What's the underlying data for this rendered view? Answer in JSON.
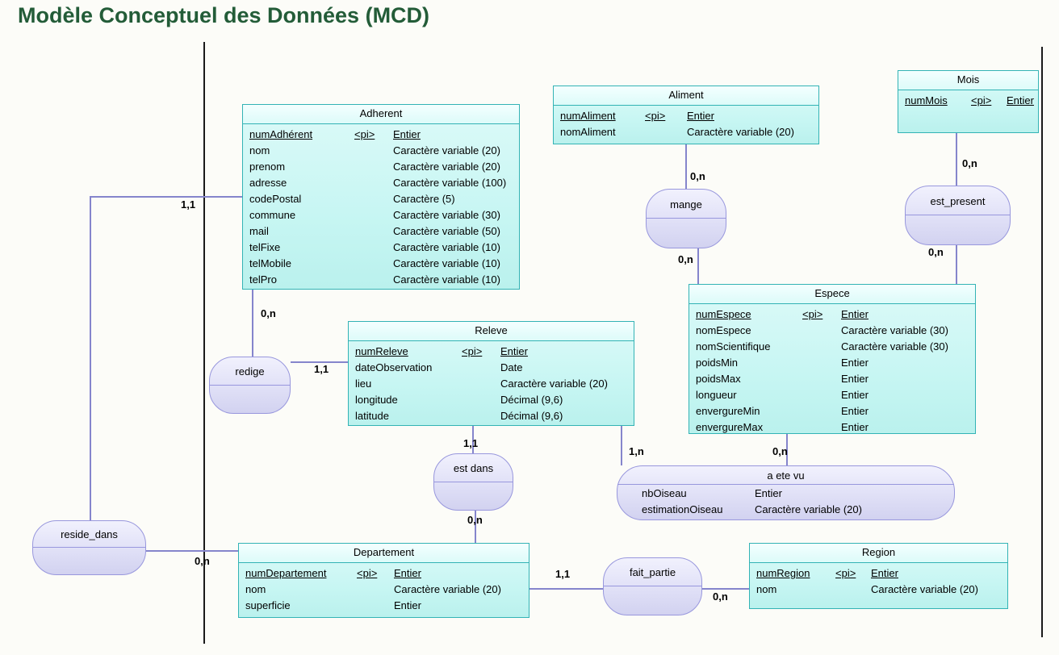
{
  "page": {
    "title": "Modèle Conceptuel des Données (MCD)",
    "diagram_type": "Entity-Relationship (Merise MCD)"
  },
  "colors": {
    "title": "#235c38",
    "entity_border": "#33b3b5",
    "entity_fill": "#c7f6f3",
    "relation_border": "#9897dd",
    "relation_fill": "#e3e3f8",
    "connector": "#8585cc",
    "frame": "#1a1a1a"
  },
  "entities": [
    {
      "name": "Adherent",
      "attributes": [
        {
          "name": "numAdhérent",
          "pi": "<pi>",
          "type": "Entier",
          "underline": true
        },
        {
          "name": "nom",
          "pi": "",
          "type": "Caractère variable (20)"
        },
        {
          "name": "prenom",
          "pi": "",
          "type": "Caractère variable (20)"
        },
        {
          "name": "adresse",
          "pi": "",
          "type": "Caractère variable (100)"
        },
        {
          "name": "codePostal",
          "pi": "",
          "type": "Caractère (5)"
        },
        {
          "name": "commune",
          "pi": "",
          "type": "Caractère variable (30)"
        },
        {
          "name": "mail",
          "pi": "",
          "type": "Caractère variable (50)"
        },
        {
          "name": "telFixe",
          "pi": "",
          "type": "Caractère variable (10)"
        },
        {
          "name": "telMobile",
          "pi": "",
          "type": "Caractère variable (10)"
        },
        {
          "name": "telPro",
          "pi": "",
          "type": "Caractère variable (10)"
        }
      ]
    },
    {
      "name": "Aliment",
      "attributes": [
        {
          "name": "numAliment",
          "pi": "<pi>",
          "type": "Entier",
          "underline": true
        },
        {
          "name": "nomAliment",
          "pi": "",
          "type": "Caractère variable (20)"
        }
      ]
    },
    {
      "name": "Mois",
      "attributes": [
        {
          "name": "numMois",
          "pi": "<pi>",
          "type": "Entier",
          "underline": true
        }
      ]
    },
    {
      "name": "Releve",
      "attributes": [
        {
          "name": "numReleve",
          "pi": "<pi>",
          "type": "Entier",
          "underline": true
        },
        {
          "name": "dateObservation",
          "pi": "",
          "type": "Date"
        },
        {
          "name": "lieu",
          "pi": "",
          "type": "Caractère variable (20)"
        },
        {
          "name": "longitude",
          "pi": "",
          "type": "Décimal (9,6)"
        },
        {
          "name": "latitude",
          "pi": "",
          "type": "Décimal (9,6)"
        }
      ]
    },
    {
      "name": "Espece",
      "attributes": [
        {
          "name": "numEspece",
          "pi": "<pi>",
          "type": "Entier",
          "underline": true
        },
        {
          "name": "nomEspece",
          "pi": "",
          "type": "Caractère variable (30)"
        },
        {
          "name": "nomScientifique",
          "pi": "",
          "type": "Caractère variable (30)"
        },
        {
          "name": "poidsMin",
          "pi": "",
          "type": "Entier"
        },
        {
          "name": "poidsMax",
          "pi": "",
          "type": "Entier"
        },
        {
          "name": "longueur",
          "pi": "",
          "type": "Entier"
        },
        {
          "name": "envergureMin",
          "pi": "",
          "type": "Entier"
        },
        {
          "name": "envergureMax",
          "pi": "",
          "type": "Entier"
        }
      ]
    },
    {
      "name": "Departement",
      "attributes": [
        {
          "name": "numDepartement",
          "pi": "<pi>",
          "type": "Entier",
          "underline": true
        },
        {
          "name": "nom",
          "pi": "",
          "type": "Caractère variable (20)"
        },
        {
          "name": "superficie",
          "pi": "",
          "type": "Entier"
        }
      ]
    },
    {
      "name": "Region",
      "attributes": [
        {
          "name": "numRegion",
          "pi": "<pi>",
          "type": "Entier",
          "underline": true
        },
        {
          "name": "nom",
          "pi": "",
          "type": "Caractère variable (20)"
        }
      ]
    }
  ],
  "relations": [
    {
      "name": "mange",
      "between": [
        "Aliment",
        "Espece"
      ]
    },
    {
      "name": "est_present",
      "between": [
        "Mois",
        "Espece"
      ]
    },
    {
      "name": "redige",
      "between": [
        "Adherent",
        "Releve"
      ]
    },
    {
      "name": "est dans",
      "between": [
        "Releve",
        "Departement"
      ]
    },
    {
      "name": "reside_dans",
      "between": [
        "Adherent",
        "Departement"
      ]
    },
    {
      "name": "fait_partie",
      "between": [
        "Departement",
        "Region"
      ]
    },
    {
      "name": "a ete vu",
      "between": [
        "Releve",
        "Espece"
      ],
      "attributes": [
        {
          "name": "nbOiseau",
          "pi": "",
          "type": "Entier"
        },
        {
          "name": "estimationOiseau",
          "pi": "",
          "type": "Caractère variable (20)"
        }
      ]
    }
  ],
  "cardinalities": [
    {
      "link": "adherent-reside_dans",
      "label": "1,1"
    },
    {
      "link": "adherent-redige",
      "label": "0,n"
    },
    {
      "link": "redige-releve",
      "label": "1,1"
    },
    {
      "link": "aliment-mange",
      "label": "0,n"
    },
    {
      "link": "mange-espece",
      "label": "0,n"
    },
    {
      "link": "mois-est_present",
      "label": "0,n"
    },
    {
      "link": "est_present-espece",
      "label": "0,n"
    },
    {
      "link": "releve-est_dans",
      "label": "1,1"
    },
    {
      "link": "est_dans-departement",
      "label": "0,n"
    },
    {
      "link": "releve-a_ete_vu",
      "label": "1,n"
    },
    {
      "link": "espece-a_ete_vu",
      "label": "0,n"
    },
    {
      "link": "reside_dans-departement",
      "label": "0,n"
    },
    {
      "link": "departement-fait_partie",
      "label": "1,1"
    },
    {
      "link": "fait_partie-region",
      "label": "0,n"
    }
  ]
}
